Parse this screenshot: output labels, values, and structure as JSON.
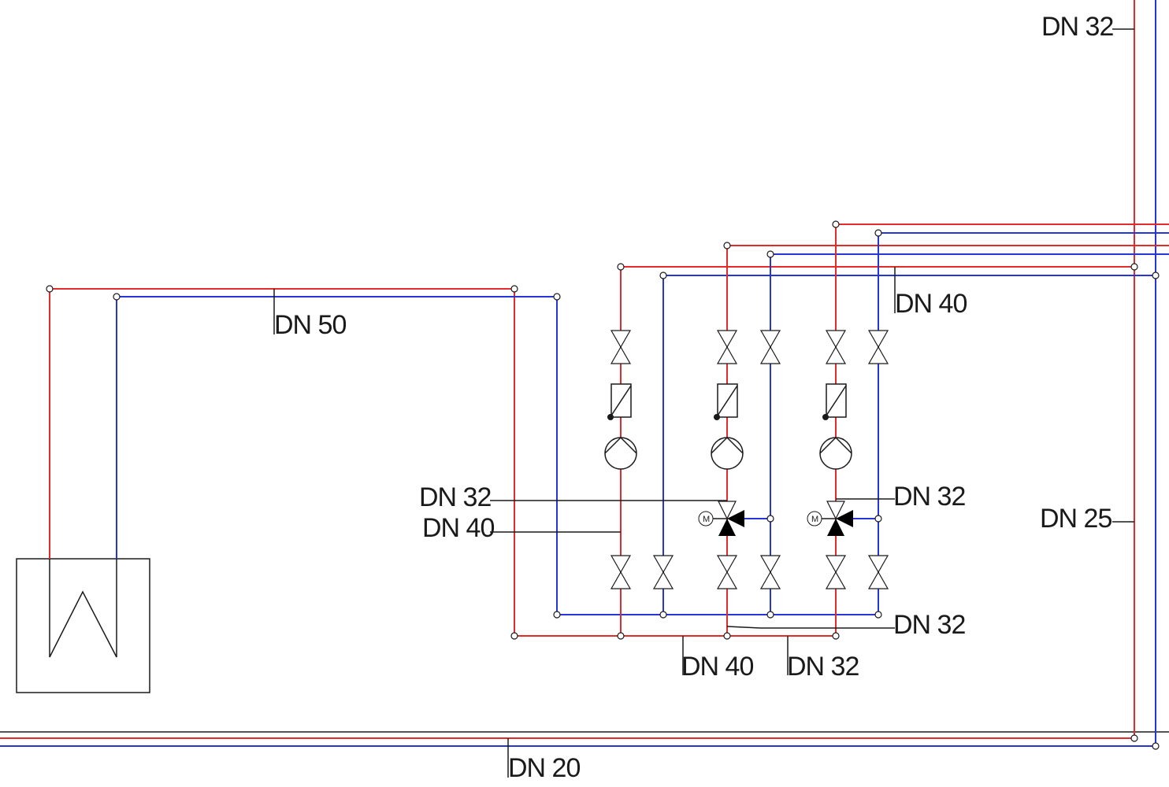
{
  "colors": {
    "supply_pipe": "#e32b2b",
    "return_pipe": "#2535d8",
    "line": "#1a1a1a"
  },
  "labels": {
    "top_right_riser": "DN 32",
    "boiler_main": "DN 50",
    "upper_manifold": "DN 40",
    "left_branch_upper": "DN 32",
    "left_branch_lower": "DN 40",
    "right_branch_upper": "DN 32",
    "right_riser": "DN 25",
    "bottom_right_manifold": "DN 32",
    "bottom_manifold_left": "DN 40",
    "bottom_manifold_right": "DN 32",
    "bottom_main": "DN 20"
  },
  "symbols": {
    "motor_letter": "M",
    "boiler": "boiler-icon",
    "pump": "pump-icon",
    "filter": "filter-icon",
    "valve": "gate-valve-icon",
    "three_way_valve": "motorized-three-way-valve-icon"
  }
}
